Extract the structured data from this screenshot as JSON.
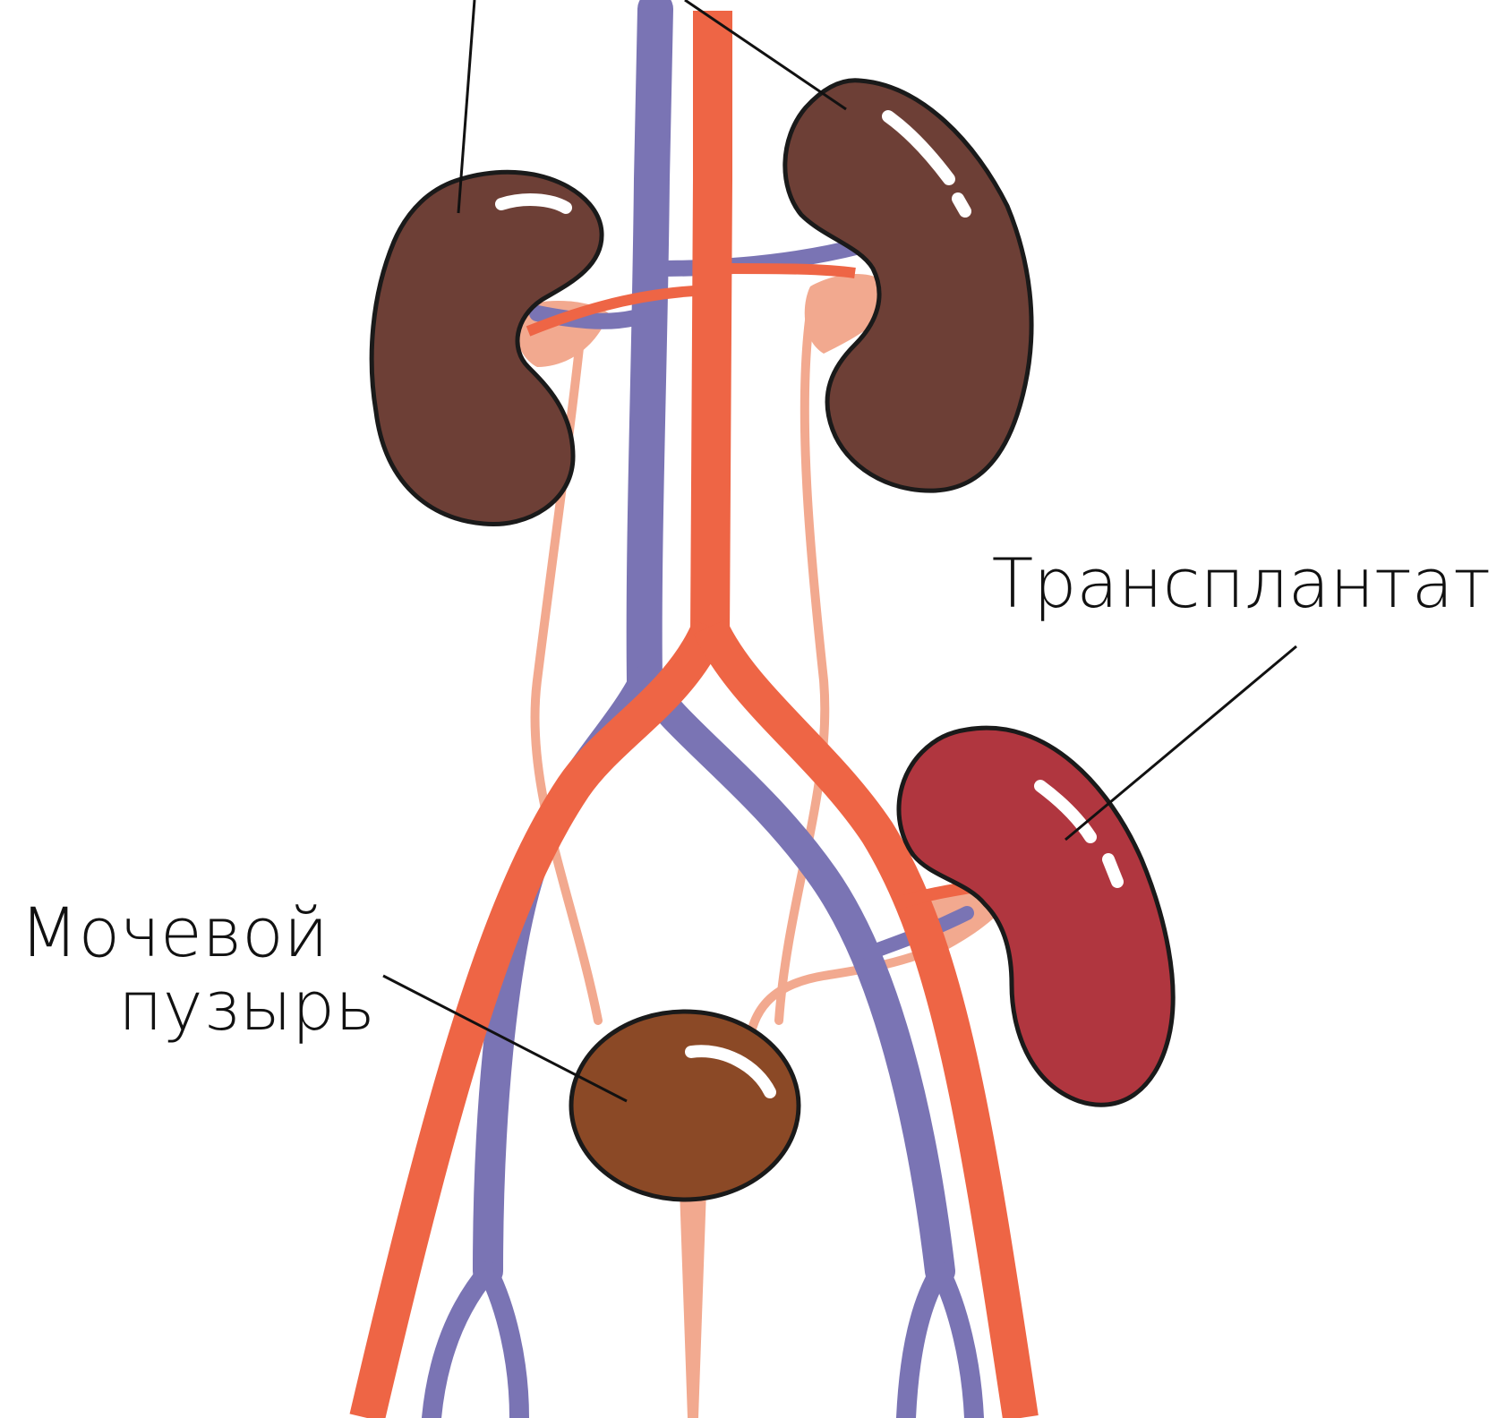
{
  "labels": {
    "transplant": "Трансплантат",
    "bladder_line1": "Мочевой",
    "bladder_line2": "пузырь"
  },
  "colors": {
    "background": "#ffffff",
    "artery": "#EE6545",
    "vein": "#7A74B4",
    "ureter": "#F2A98F",
    "native_kidney": "#6D3F36",
    "transplant_kidney": "#B0363F",
    "bladder": "#8B4926",
    "outline": "#1a1a1a",
    "highlight": "#ffffff"
  }
}
